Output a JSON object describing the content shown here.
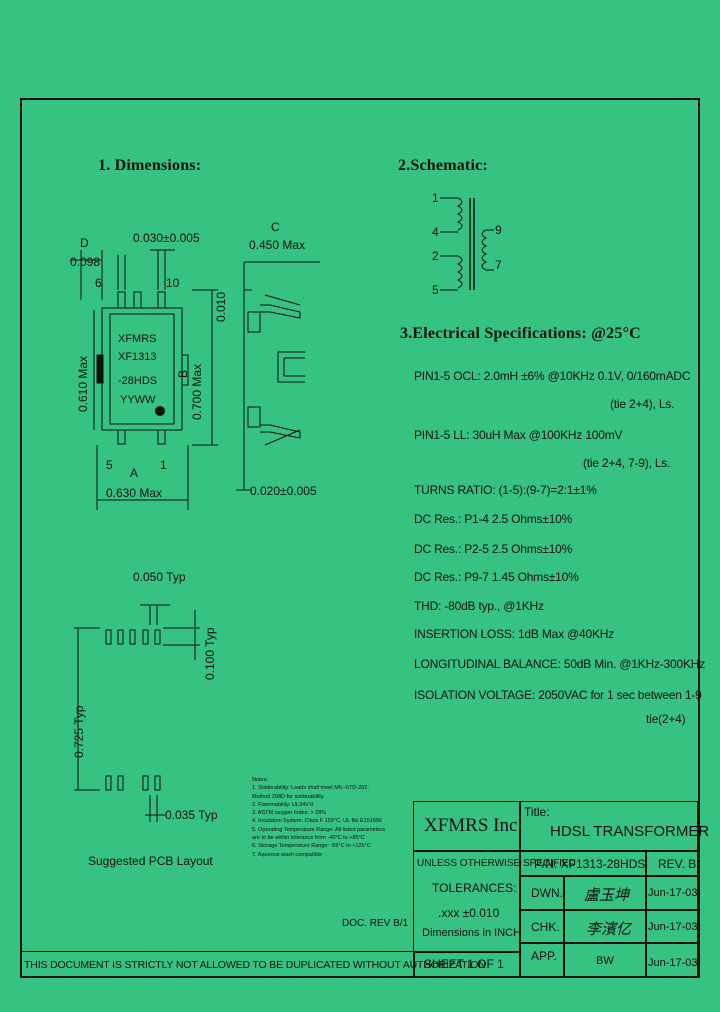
{
  "sections": {
    "dimensions": "1. Dimensions:",
    "schematic": "2.Schematic:",
    "electrical": "3.Electrical Specifications: @25°C"
  },
  "dimensions": {
    "d_label": "D",
    "d_value": "0.098",
    "pin_pitch": "0.030±0.005",
    "pin6": "6",
    "pin10": "10",
    "pin5": "5",
    "pin1": "1",
    "a_label": "A",
    "a_value": "0.630 Max",
    "c_label": "C",
    "c_value": "0.450 Max",
    "side_dim": "0.010",
    "b_label": "B",
    "b_value": "0.700 Max",
    "body_height": "0.610 Max",
    "lead_thickness": "0.020±0.005",
    "marking": [
      "XFMRS",
      "XF1313",
      "-28HDS",
      "YYWW"
    ]
  },
  "schematic": {
    "pins_left": [
      "1",
      "4",
      "2",
      "5"
    ],
    "pins_right": [
      "9",
      "7"
    ]
  },
  "specs": [
    "PIN1-5 OCL: 2.0mH ±6% @10KHz 0.1V, 0/160mADC",
    "(tie 2+4), Ls.",
    "PIN1-5 LL: 30uH Max @100KHz 100mV",
    "(tie 2+4, 7-9), Ls.",
    "TURNS RATIO: (1-5):(9-7)=2:1±1%",
    "DC Res.: P1-4 2.5 Ohms±10%",
    "DC Res.: P2-5 2.5 Ohms±10%",
    "DC Res.: P9-7 1.45 Ohms±10%",
    "THD: -80dB typ., @1KHz",
    "INSERTION LOSS: 1dB Max @40KHz",
    "LONGITUDINAL BALANCE: 50dB Min. @1KHz-300KHz",
    "ISOLATION VOLTAGE: 2050VAC for 1 sec between 1-9",
    "tie(2+4)"
  ],
  "pcb": {
    "pitch": "0.050 Typ",
    "pad_length": "0.100 Typ",
    "row_spacing": "0.725 Typ",
    "pad_width": "0.035 Typ",
    "caption": "Suggested PCB Layout"
  },
  "notes": {
    "title": "Notes:",
    "items": [
      "1. Solderability: Leads shall meet MIL-STD-202,",
      "    Method 208D for solderability.",
      "2. Flammability: UL94V-0",
      "3. ASTM oxygen Index: > 28%",
      "4. Insulation System: Class F 155°C, UL file E151556",
      "5. Operating Temperature Range: All listed parameters",
      "    are to be within tolerance from -40°C to +85°C",
      "6. Storage Temperature Range: -55°C to +125°C",
      "7. Aqueous wash compatible"
    ],
    "doc_rev": "DOC. REV B/1"
  },
  "titleblock": {
    "company": "XFMRS Inc",
    "title_label": "Title:",
    "title": "HDSL TRANSFORMER",
    "unless": "UNLESS OTHERWISE SPECIFIED",
    "tolerances": "TOLERANCES:",
    "tol_value": ".xxx ±0.010",
    "dims_in": "Dimensions in INCH",
    "sheet": "SHEET 1 OF 1",
    "pn": "P/N: XF1313-28HDS",
    "rev": "REV. B",
    "dwn_label": "DWN.",
    "dwn_sig": "盧玉坤",
    "dwn_date": "Jun-17-03",
    "chk_label": "CHK.",
    "chk_sig": "李濱亿",
    "chk_date": "Jun-17-03",
    "app_label": "APP.",
    "app_sig": "BW",
    "app_date": "Jun-17-03"
  },
  "footer": "THIS DOCUMENT IS STRICTLY NOT ALLOWED TO BE DUPLICATED WITHOUT AUTHORIZATION"
}
